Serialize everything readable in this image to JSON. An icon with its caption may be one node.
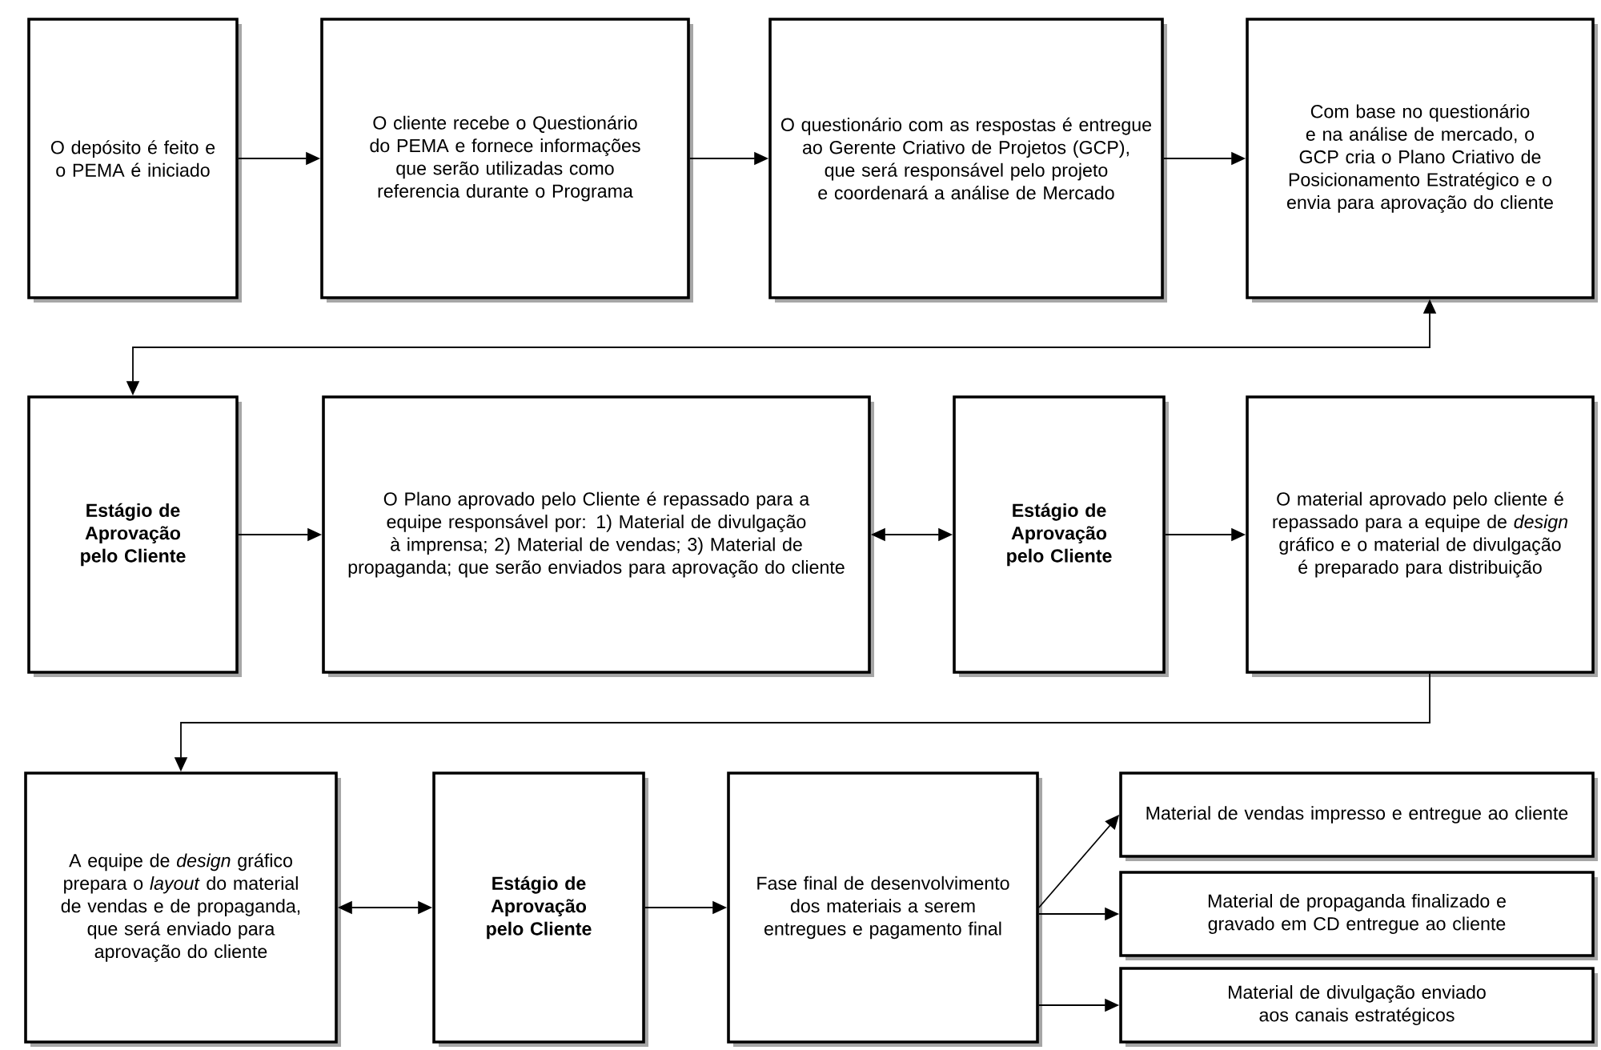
{
  "diagram": {
    "nodes": [
      {
        "text": [
          "O depósito é feito e o PEMA é iniciado"
        ]
      },
      {
        "text": [
          "O cliente recebe o Questionário do PEMA e fornece informações que serão utilizadas como referencia durante o Programa"
        ]
      },
      {
        "text": [
          "O questionário com as respostas é entregue ao Gerente Criativo de Projetos (GCP), que será responsável pelo projeto e coordenará a análise de Mercado"
        ]
      },
      {
        "text": [
          "Com base no questionário e na análise de mercado, o GCP  cria  o Plano Criativo de Posicionamento  Estratégico e o envia para aprovação do cliente"
        ]
      },
      {
        "text": [
          "Estágio de Aprovação pelo Cliente"
        ]
      },
      {
        "text": [
          "O Plano aprovado pelo Cliente é repassado para a equipe responsável por: 1) Material de divulgação à imprensa; 2) Material de vendas; 3)  Material de propaganda; que serão enviados para aprovação do cliente"
        ]
      },
      {
        "text": [
          "Estágio de Aprovação pelo Cliente"
        ]
      },
      {
        "text": [
          "O material aprovado pelo cliente é repassado para a equipe de *design* gráfico e o material de divulgação é preparado para distribuição"
        ]
      },
      {
        "text": [
          "A equipe de *design* gráfico prepara o *layout* do material de vendas e de propaganda, que será enviado para aprovação do cliente"
        ]
      },
      {
        "text": [
          "Estágio de Aprovação pelo Cliente"
        ]
      },
      {
        "text": [
          "Fase final de desenvolvimento dos materiais a serem entregues e pagamento final"
        ]
      },
      {
        "text": [
          "Material de vendas impresso e entregue ao cliente"
        ]
      },
      {
        "text": [
          "Material de propaganda finalizado e gravado em CD entregue ao cliente"
        ]
      },
      {
        "text": [
          "Material de divulgação enviado aos canais estratégicos"
        ]
      }
    ],
    "edges": [
      {
        "from": 0,
        "to": 1,
        "arrow": "to"
      },
      {
        "from": 1,
        "to": 2,
        "arrow": "to"
      },
      {
        "from": 2,
        "to": 3,
        "arrow": "to"
      },
      {
        "from": 3,
        "to": 4,
        "arrow": "both"
      },
      {
        "from": 4,
        "to": 5,
        "arrow": "to"
      },
      {
        "from": 5,
        "to": 6,
        "arrow": "both"
      },
      {
        "from": 6,
        "to": 7,
        "arrow": "to"
      },
      {
        "from": 7,
        "to": 8,
        "arrow": "to"
      },
      {
        "from": 8,
        "to": 9,
        "arrow": "both"
      },
      {
        "from": 9,
        "to": 10,
        "arrow": "to"
      },
      {
        "from": 10,
        "to": 11,
        "arrow": "to"
      },
      {
        "from": 10,
        "to": 12,
        "arrow": "to"
      },
      {
        "from": 10,
        "to": 13,
        "arrow": "to"
      }
    ]
  }
}
